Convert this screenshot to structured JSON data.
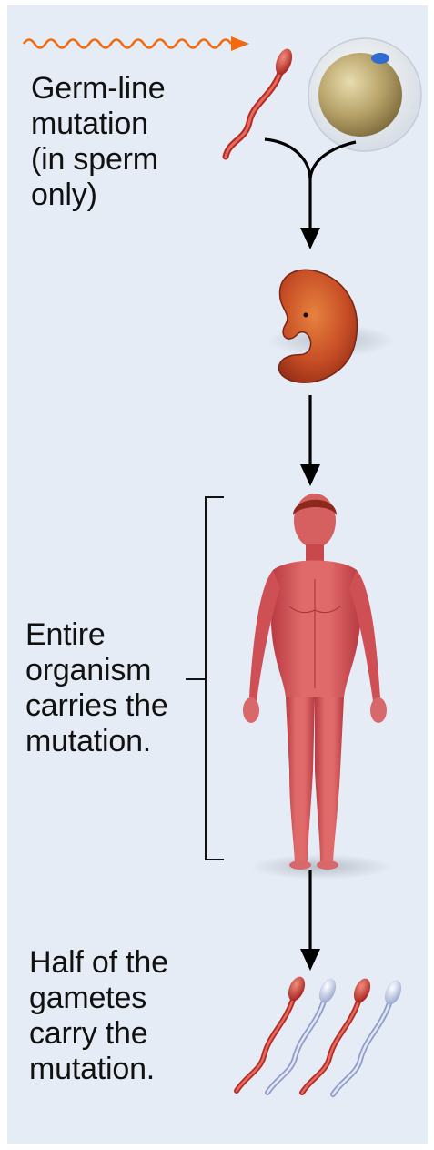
{
  "captions": {
    "germline": [
      "Germ-line",
      "mutation",
      "(in sperm",
      "only)"
    ],
    "entire_organism": [
      "Entire",
      "organism",
      "carries the",
      "mutation."
    ],
    "half_gametes": [
      "Half of the",
      "gametes",
      "carry the",
      "mutation."
    ]
  },
  "colors": {
    "background": "#e6ecf5",
    "mutation_wave": "#f26a10",
    "mutant_sperm": "#c8342c",
    "normal_sperm": "#b8c4e4",
    "egg": "#b8a46a",
    "embryo": "#c9502c",
    "body": "#d9585c",
    "arrow": "#000000"
  },
  "icons": [
    "mutation-wave-icon",
    "sperm-icon",
    "egg-cell-icon",
    "embryo-icon",
    "human-figure-icon",
    "gamete-icon"
  ]
}
